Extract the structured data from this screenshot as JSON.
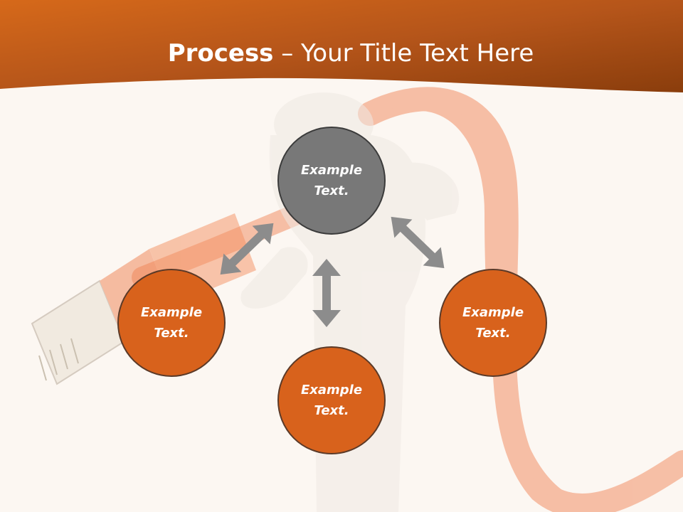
{
  "slide": {
    "title_bold": "Process",
    "title_rest": " – Your Title Text Here"
  },
  "nodes": {
    "center": "Example\nText.",
    "left": "Example\nText.",
    "bottom": "Example\nText.",
    "right": "Example\nText."
  },
  "colors": {
    "header_orange": "#c85c14",
    "node_orange": "#d8621c",
    "node_gray": "#787878",
    "arrow_gray": "#8c8c8c",
    "background": "#fcf7f2"
  },
  "icons": {
    "arrows": "double-headed-arrow"
  }
}
